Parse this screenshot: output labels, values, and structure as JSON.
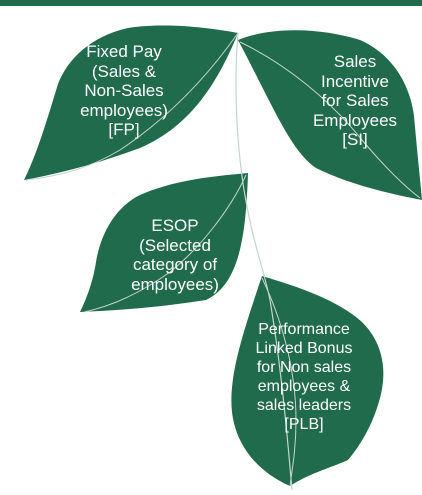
{
  "colors": {
    "leaf": "#1f6b4b",
    "bar": "#1f6b4b",
    "vein": "#c4d5cc",
    "text": "#ffffff"
  },
  "leaves": {
    "fixed_pay": {
      "lines": [
        "Fixed Pay",
        "(Sales &",
        "Non-Sales",
        "employees)",
        "[FP]"
      ]
    },
    "sales_incentive": {
      "lines": [
        "Sales",
        "Incentive",
        "for Sales",
        "Employees",
        "[SI]"
      ]
    },
    "esop": {
      "lines": [
        "ESOP",
        "(Selected",
        "category of",
        "employees)"
      ]
    },
    "plb": {
      "lines": [
        "Performance",
        "Linked Bonus",
        "for Non sales",
        "employees &",
        "sales leaders",
        "[PLB]"
      ]
    }
  }
}
